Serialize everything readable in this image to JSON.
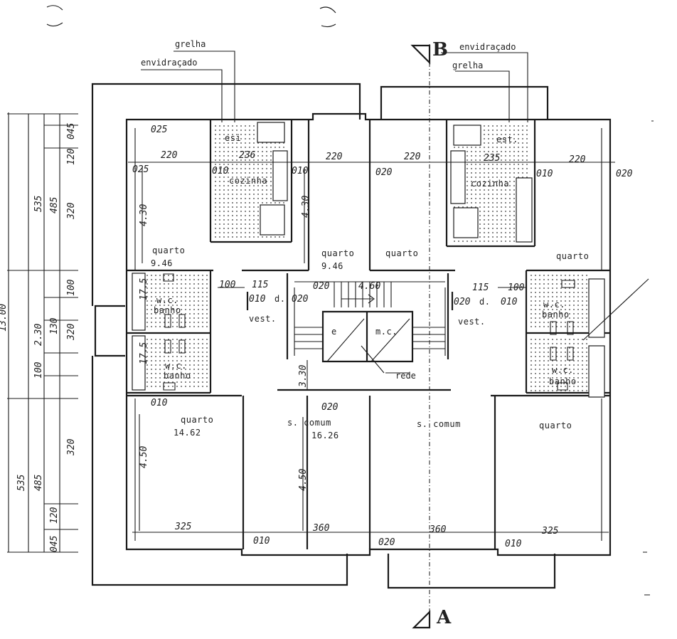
{
  "sections": {
    "b": "B",
    "a": "A"
  },
  "labels": {
    "grelha_left": "grelha",
    "envidracado_left": "envidraçado",
    "envidracado_right": "envidraçado",
    "grelha_right": "grelha",
    "rede": "rede"
  },
  "rooms": {
    "esi": "esi",
    "est": "est.",
    "cozinha_left": "cozinha",
    "cozinha_right": "cozinha",
    "quarto_tl": "quarto",
    "quarto_tl_area": "9.46",
    "quarto_tc": "quarto",
    "quarto_tc_area": "9.46",
    "quarto_tr1": "quarto",
    "quarto_tr2": "quarto",
    "wc_l1": "w.c.",
    "banho_l1": "banho",
    "wc_l2": "w.c.",
    "banho_l2": "banho",
    "wc_r1": "w.c.",
    "banho_r1": "banho",
    "wc_r2": "w.c.",
    "banho_r2": "banho",
    "vest_l": "vest.",
    "vest_r": "vest.",
    "d_l": "d.",
    "d_r": "d.",
    "elev_e": "e",
    "elev_mc": "m.c.",
    "quarto_bl": "quarto",
    "quarto_bl_area": "14.62",
    "scomum_l": "s. comum",
    "scomum_l_area": "16.26",
    "scomum_r": "s. comum",
    "quarto_br": "quarto"
  },
  "dimensions": {
    "d025a": "025",
    "d025b": "025",
    "d220a": "220",
    "d236": "236",
    "d220b": "220",
    "d220c": "220",
    "d235": "235",
    "d220d": "220",
    "d010a": "010",
    "d010b": "010",
    "d020a": "020",
    "d010c": "010",
    "d020b": "020",
    "d430a": "4.30",
    "d430b": "4.30",
    "d175a": "17.5",
    "d175b": "17.5",
    "d100l": "100",
    "d115l": "115",
    "d010d": "010",
    "d020c": "020",
    "d020d": "020",
    "d460": "4.60",
    "d115r": "115",
    "d100r": "100",
    "d020e": "020",
    "d010e": "010",
    "d330": "3.30",
    "d010f": "010",
    "d020f": "020",
    "d450a": "4.50",
    "d450b": "4.50",
    "d325a": "325",
    "d360a": "360",
    "d360b": "360",
    "d325b": "325",
    "d010g": "010",
    "d020g": "020",
    "d010h": "010"
  },
  "left_chain": {
    "c045a": "045",
    "c120a": "120",
    "c320a": "320",
    "c485a": "485",
    "c535a": "535",
    "c100a": "100",
    "c130": "130",
    "c230": "2.30",
    "c320b": "320",
    "c100b": "100",
    "c1300": "13.00",
    "c320c": "320",
    "c485b": "485",
    "c535b": "535",
    "c120b": "120",
    "c045b": "045"
  }
}
